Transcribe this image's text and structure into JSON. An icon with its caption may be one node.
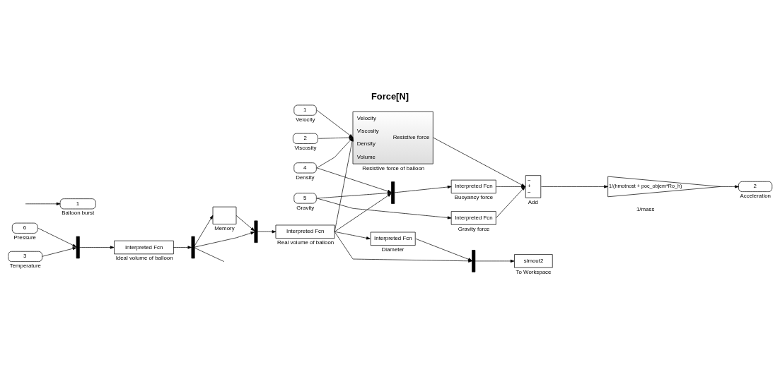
{
  "diagram": {
    "title": "Force[N]",
    "nodes": [
      {
        "text": [
          "1"
        ],
        "beside": [
          "Velocity"
        ]
      },
      {
        "text": [
          "2"
        ],
        "beside": [
          "Viscosity"
        ]
      },
      {
        "text": [
          "4"
        ],
        "beside": [
          "Density"
        ]
      },
      {
        "text": [
          "Velocity",
          "Viscosity",
          "Density",
          "Volume",
          "Resistive force"
        ],
        "beside": [
          "Resistive force of balloon"
        ]
      },
      {
        "text": [
          "−",
          "+",
          "−"
        ],
        "beside": [
          "Add"
        ]
      },
      {
        "text": [
          "1/(hmotnost + poc_objem*Ro_h)"
        ],
        "beside": [
          "1/mass"
        ]
      },
      {
        "text": [
          "2"
        ],
        "beside": [
          "Acceleration"
        ]
      },
      {
        "text": [],
        "shape": "bar"
      },
      {
        "text": [
          "Interpreted Fcn"
        ],
        "beside": [
          "Buoyancy force"
        ]
      },
      {
        "text": [
          "5"
        ],
        "beside": [
          "Gravity"
        ]
      },
      {
        "text": [
          "Interpreted Fcn"
        ],
        "beside": [
          "Gravity force"
        ]
      },
      {
        "text": [
          "Interpreted Fcn"
        ],
        "beside": [
          "Diameter"
        ]
      },
      {
        "text": [],
        "shape": "bar"
      },
      {
        "text": [
          "simout2"
        ],
        "beside": [
          "To Workspace"
        ]
      },
      {
        "text": [
          "6"
        ],
        "beside": [
          "Pressure"
        ]
      },
      {
        "text": [
          "3"
        ],
        "beside": [
          "Temperature"
        ]
      },
      {
        "text": [],
        "shape": "bar"
      },
      {
        "text": [
          "Interpreted Fcn"
        ],
        "beside": [
          "Ideal volume of balloon"
        ]
      },
      {
        "text": [],
        "shape": "bar"
      },
      {
        "text": [],
        "shape": "box",
        "beside": [
          "Memory"
        ]
      },
      {
        "text": [],
        "shape": "bar"
      },
      {
        "text": [
          "Interpreted Fcn"
        ],
        "beside": [
          "Real volume of balloon"
        ]
      },
      {
        "text": [
          "1"
        ],
        "beside": [
          "Balloon burst"
        ]
      }
    ],
    "edges": [
      {
        "from": 0,
        "to": 3,
        "arrow": "to"
      },
      {
        "from": 1,
        "to": 3,
        "arrow": "to"
      },
      {
        "from": 2,
        "to": 3,
        "arrow": "to"
      },
      {
        "from": 3,
        "to": 4,
        "arrow": "to"
      },
      {
        "from": 4,
        "to": 5,
        "arrow": "to"
      },
      {
        "from": 5,
        "to": 6,
        "arrow": "to"
      },
      {
        "from": 2,
        "to": 7,
        "arrow": "to"
      },
      {
        "from": 9,
        "to": 7,
        "arrow": "to"
      },
      {
        "from": 21,
        "to": 7,
        "arrow": "to"
      },
      {
        "from": 7,
        "to": 8,
        "arrow": "to"
      },
      {
        "from": 8,
        "to": 4,
        "arrow": "to"
      },
      {
        "from": 9,
        "to": 10,
        "arrow": "to"
      },
      {
        "from": 10,
        "to": 4,
        "arrow": "to"
      },
      {
        "from": 21,
        "to": 3,
        "arrow": "to"
      },
      {
        "from": 21,
        "to": 11,
        "arrow": "to"
      },
      {
        "from": 11,
        "to": 12,
        "arrow": "to"
      },
      {
        "from": 21,
        "to": 12,
        "arrow": "to"
      },
      {
        "from": 12,
        "to": 13,
        "arrow": "to"
      },
      {
        "from": 14,
        "to": 16,
        "arrow": "to"
      },
      {
        "from": 15,
        "to": 16,
        "arrow": "to"
      },
      {
        "from": 16,
        "to": 17,
        "arrow": "to"
      },
      {
        "from": 17,
        "to": 18,
        "arrow": "to"
      },
      {
        "from": 18,
        "to": 20,
        "arrow": "to"
      },
      {
        "from": 18,
        "to": 19,
        "arrow": "to"
      },
      {
        "from": 19,
        "to": 20,
        "arrow": "to"
      },
      {
        "from": 20,
        "to": 21,
        "arrow": "to"
      },
      {
        "from": 18,
        "to": null,
        "arrow": "none"
      },
      {
        "from": null,
        "to": 22,
        "arrow": "to"
      }
    ]
  }
}
